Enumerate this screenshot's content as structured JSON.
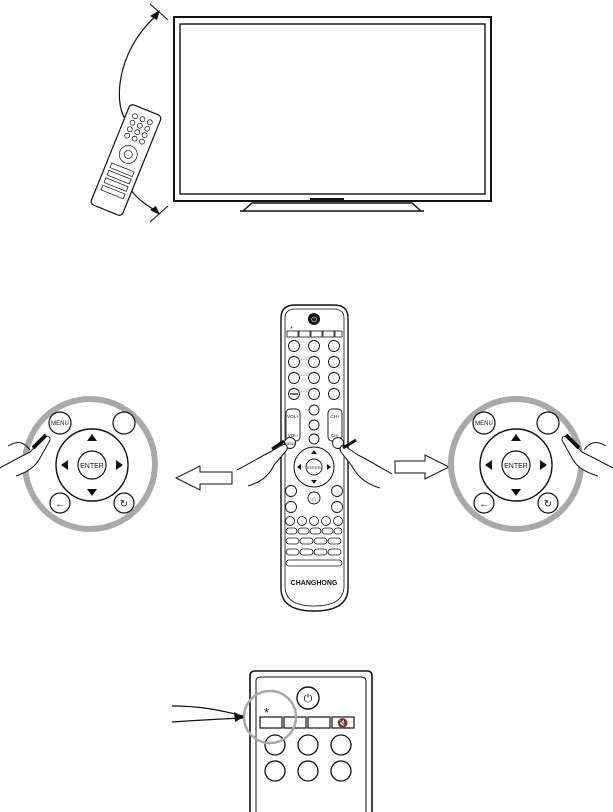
{
  "brand_logo_text": "CHANGHONG",
  "labels": {
    "menu": "MENU",
    "enter": "ENTER",
    "vol_plus": "VOL+",
    "vol_minus": "VOL-",
    "ch_plus": "CH+",
    "ch_minus": "CH-",
    "star": "*"
  },
  "icons": {
    "power": "power-icon",
    "mute": "mute-icon",
    "back": "back-arrow-icon",
    "return": "return-icon",
    "home": "home-icon",
    "hand": "pointing-hand-icon",
    "arrow": "outline-arrow-icon"
  },
  "colors": {
    "ring": "#a9a9a9",
    "line": "#111111"
  }
}
